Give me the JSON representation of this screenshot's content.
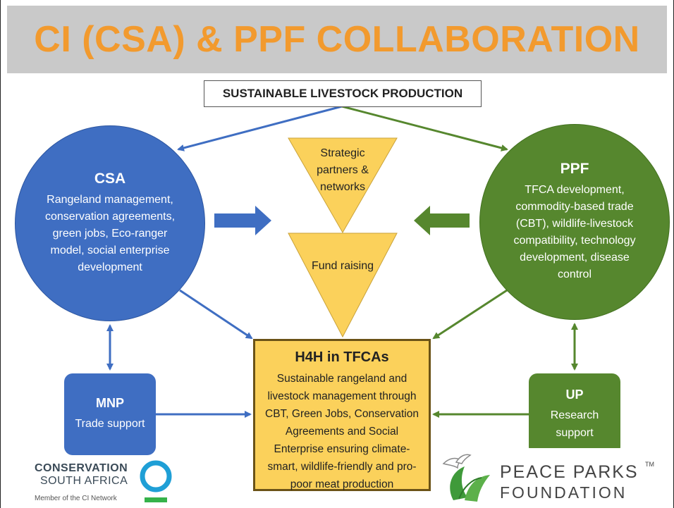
{
  "title": "CI (CSA) & PPF COLLABORATION",
  "top_box": "SUSTAINABLE LIVESTOCK PRODUCTION",
  "csa": {
    "title": "CSA",
    "body": "Rangeland management, conservation agreements, green jobs, Eco-ranger model, social enterprise development"
  },
  "ppf": {
    "title": "PPF",
    "body": "TFCA development, commodity-based trade (CBT), wildlife-livestock compatibility, technology development, disease control"
  },
  "triangles": {
    "top": "Strategic partners & networks",
    "bottom": "Fund raising"
  },
  "center": {
    "title": "H4H in TFCAs",
    "body": "Sustainable rangeland and livestock management through CBT, Green Jobs, Conservation Agreements and Social Enterprise ensuring climate-smart, wildlife-friendly and pro-poor meat production"
  },
  "mnp": {
    "title": "MNP",
    "body": "Trade support"
  },
  "up": {
    "title": "UP",
    "body": "Research support"
  },
  "logos": {
    "csa_line1": "CONSERVATION",
    "csa_line2": "SOUTH AFRICA",
    "csa_line3": "Member of the CI Network",
    "ppf_line1": "PEACE PARKS",
    "ppf_tm": "TM",
    "ppf_line2": "FOUNDATION"
  },
  "colors": {
    "title_text": "#f29a2e",
    "title_bar": "#c9c9c9",
    "csa_blue": "#3f6ec2",
    "ppf_green": "#56872e",
    "triangle_fill": "#fbd15b",
    "logo_ring": "#1f9fd6",
    "logo_bar": "#35b24a"
  }
}
